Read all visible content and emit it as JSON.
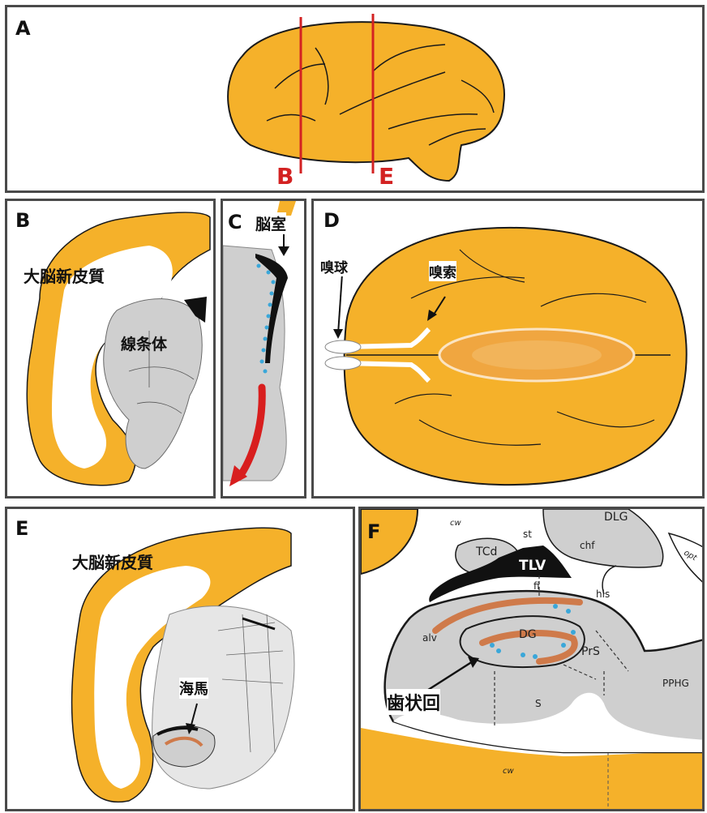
{
  "colors": {
    "cortex": "#f5b12a",
    "gray_matter": "#cfcfcf",
    "ventricle": "#111111",
    "cut_line": "#d32222",
    "migration_arrow": "#d81e1e",
    "neuron_dots": "#3aa7d9",
    "dentate_band": "#cf7a4a"
  },
  "panels": {
    "a": {
      "label": "A",
      "cut_labels": [
        "B",
        "E"
      ]
    },
    "b": {
      "label": "B",
      "cortex_label": "大脳新皮質",
      "striatum_label": "線条体"
    },
    "c": {
      "label": "C",
      "ventricle_label": "脳室"
    },
    "d": {
      "label": "D",
      "olfactory_bulb_label": "嗅球",
      "olfactory_tract_label": "嗅索"
    },
    "e": {
      "label": "E",
      "cortex_label": "大脳新皮質",
      "hippocampus_label": "海馬"
    },
    "f": {
      "label": "F",
      "dentate_gyrus_label": "歯状回",
      "structures": [
        "cw",
        "TCd",
        "st",
        "TLV",
        "chf",
        "DLG",
        "fi",
        "his",
        "alv",
        "DG",
        "PrS",
        "S",
        "PPHG",
        "cw",
        "opt"
      ]
    }
  }
}
